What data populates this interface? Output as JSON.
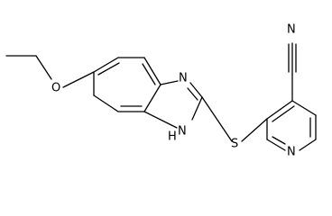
{
  "molecule": {
    "atoms": {
      "n_triple": "N",
      "ether_o": "O",
      "imine_n": "N",
      "nh": "H",
      "nh_n": "N",
      "s": "S",
      "pyridine_n": "N"
    },
    "colors": {
      "ink": "#000000",
      "background": "#ffffff"
    }
  }
}
